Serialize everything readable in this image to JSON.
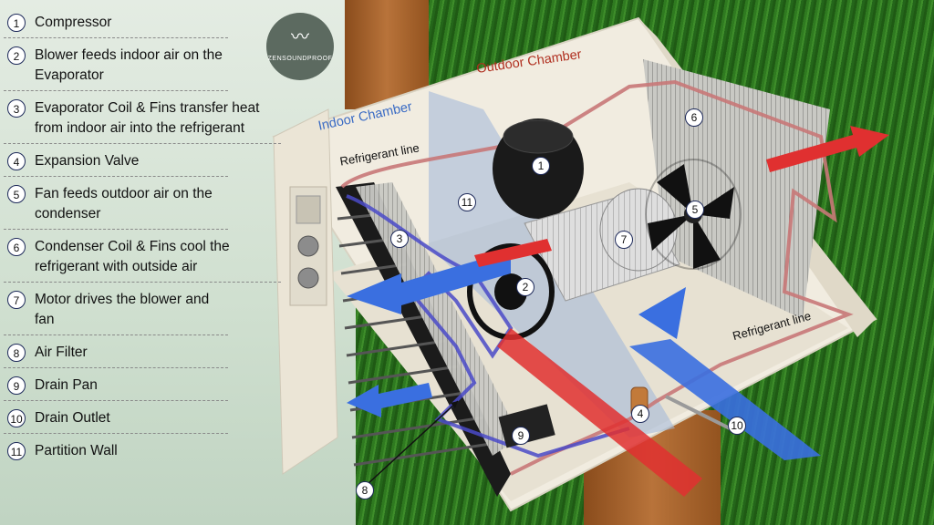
{
  "legend": [
    {
      "num": "1",
      "text": "Compressor"
    },
    {
      "num": "2",
      "text": "Blower feeds indoor air on the Evaporator"
    },
    {
      "num": "3",
      "text": "Evaporator Coil & Fins transfer heat from indoor air into the refrigerant"
    },
    {
      "num": "4",
      "text": "Expansion Valve"
    },
    {
      "num": "5",
      "text": "Fan feeds outdoor air on the condenser"
    },
    {
      "num": "6",
      "text": "Condenser Coil & Fins cool the refrigerant with outside air"
    },
    {
      "num": "7",
      "text": "Motor drives the blower and fan"
    },
    {
      "num": "8",
      "text": "Air Filter"
    },
    {
      "num": "9",
      "text": "Drain Pan"
    },
    {
      "num": "10",
      "text": "Drain Outlet"
    },
    {
      "num": "11",
      "text": "Partition Wall"
    }
  ],
  "logo": {
    "text": "ZENSOUNDPROOF"
  },
  "diagram": {
    "indoor_chamber": "Indoor Chamber",
    "outdoor_chamber": "Outdoor Chamber",
    "refrigerant_line_1": "Refrigerant line",
    "refrigerant_line_2": "Refrigerant line",
    "callouts": [
      "1",
      "2",
      "3",
      "4",
      "5",
      "6",
      "7",
      "8",
      "9",
      "10",
      "11"
    ]
  },
  "colors": {
    "indoor_label": "#3a6bc4",
    "outdoor_label": "#b03020",
    "cool_air_arrow": "#3a6fe0",
    "hot_air_arrow": "#e03030",
    "refrigerant_pipe": "#c87878",
    "evaporator_pipe": "#4a4ac8",
    "unit_housing": "#f1ece0",
    "wood_post": "#a8622a",
    "grass": "#2f7a20"
  }
}
